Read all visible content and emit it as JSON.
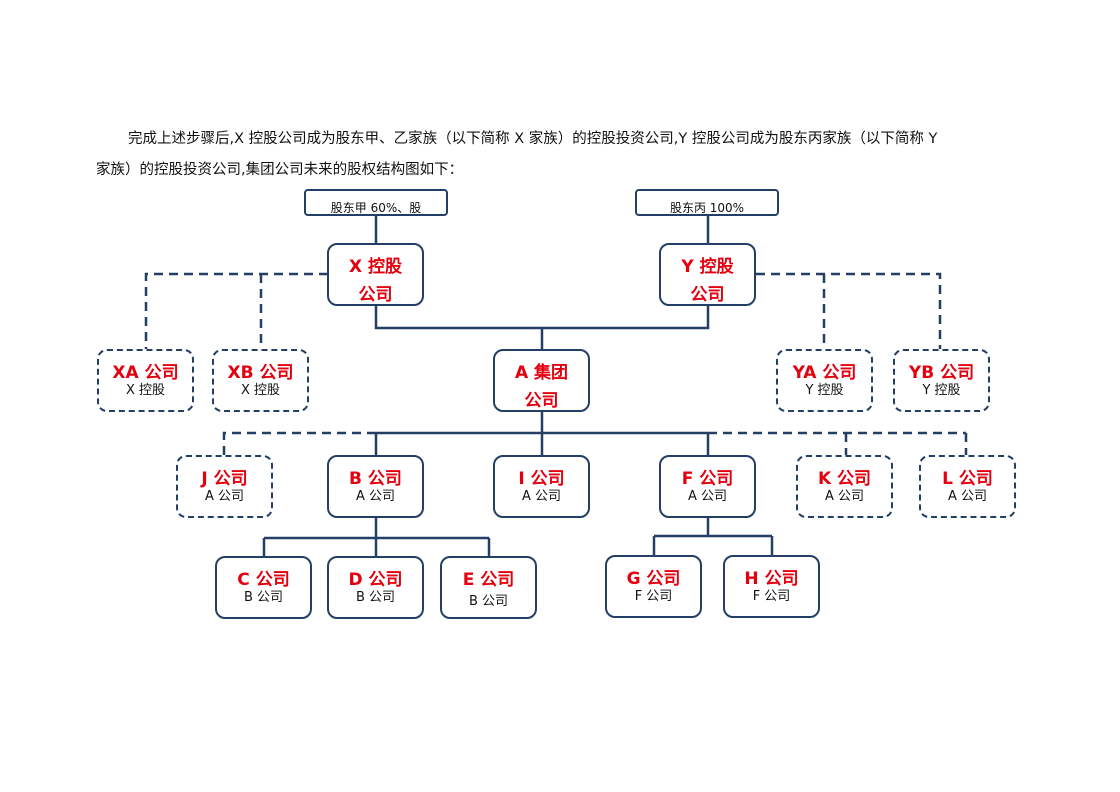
{
  "paragraph": {
    "line1": "完成上述步骤后,X 控股公司成为股东甲、乙家族（以下简称 X 家族）的控股投资公司,Y 控股公司成为股东丙家族（以下简称 Y",
    "line2": "家族）的控股投资公司,集团公司未来的股权结构图如下："
  },
  "chart": {
    "shareholder_x": "股东甲 60%、股",
    "shareholder_y": "股东丙 100%",
    "x_holding": {
      "title": "X 控股",
      "sub": "公司"
    },
    "y_holding": {
      "title": "Y 控股",
      "sub": "公司"
    },
    "a_group": {
      "title": "A 集团",
      "sub": "公司"
    },
    "xa": {
      "title": "XA 公司",
      "sub": "X 控股"
    },
    "xb": {
      "title": "XB 公司",
      "sub": "X 控股"
    },
    "ya": {
      "title": "YA 公司",
      "sub": "Y 控股"
    },
    "yb": {
      "title": "YB 公司",
      "sub": "Y 控股"
    },
    "j": {
      "title": "J 公司",
      "sub": "A 公司"
    },
    "b": {
      "title": "B 公司",
      "sub": "A 公司"
    },
    "i": {
      "title": "I 公司",
      "sub": "A 公司"
    },
    "f": {
      "title": "F 公司",
      "sub": "A 公司"
    },
    "k": {
      "title": "K 公司",
      "sub": "A 公司"
    },
    "l": {
      "title": "L 公司",
      "sub": "A 公司"
    },
    "c": {
      "title": "C 公司",
      "sub": "B 公司"
    },
    "d": {
      "title": "D 公司",
      "sub": "B 公司"
    },
    "e": {
      "title": "E 公司",
      "sub": "B 公司"
    },
    "g": {
      "title": "G 公司",
      "sub": "F 公司"
    },
    "h": {
      "title": "H 公司",
      "sub": "F 公司"
    }
  },
  "colors": {
    "line": "#243f66",
    "title_red": "#e4000f"
  }
}
